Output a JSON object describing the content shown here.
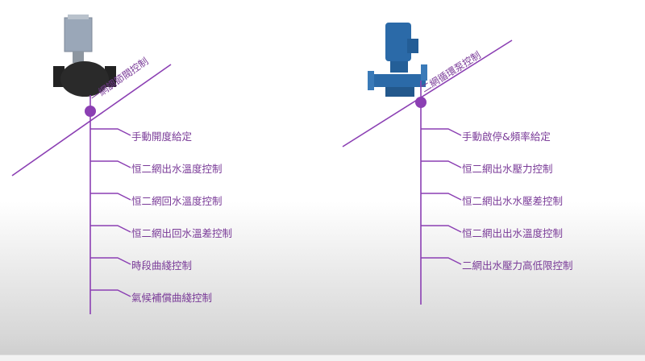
{
  "colors": {
    "accent": "#8b3fb3",
    "text": "#7a3b98"
  },
  "left": {
    "device_icon": "control-valve",
    "title": "一網調節閥控制",
    "items": [
      "手動開度給定",
      "恒二網出水溫度控制",
      "恒二網回水溫度控制",
      "恒二網出回水溫差控制",
      "時段曲綫控制",
      "氣候補償曲綫控制"
    ]
  },
  "right": {
    "device_icon": "circulation-pump",
    "title": "二網循環泵控制",
    "items": [
      "手動啟停&頻率給定",
      "恒二網出水壓力控制",
      "恒二網出水水壓差控制",
      "恒二網出出水溫度控制",
      "二網出水壓力高低限控制"
    ]
  }
}
